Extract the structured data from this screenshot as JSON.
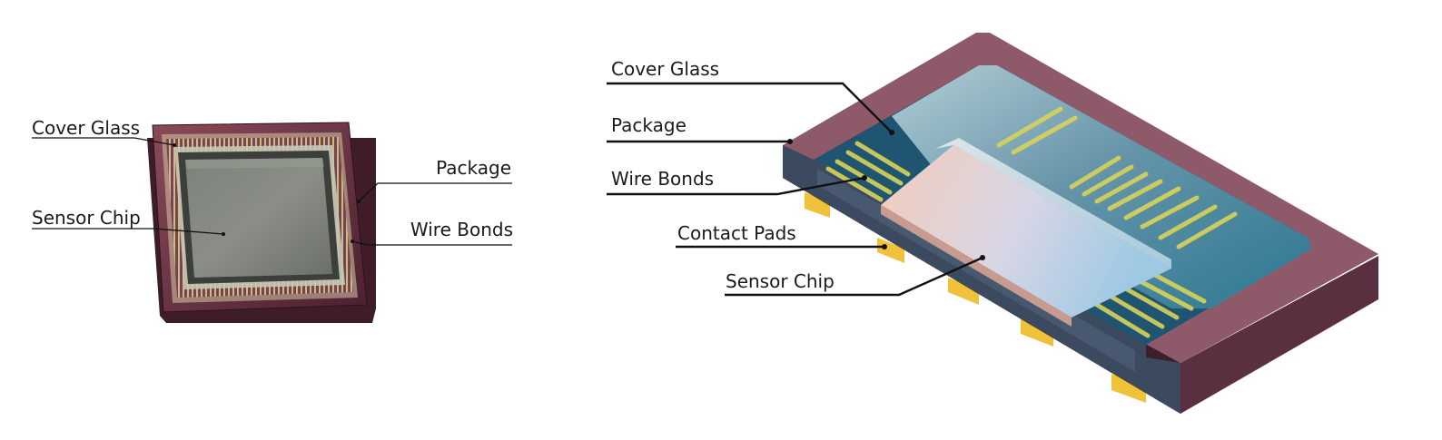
{
  "left_figure": {
    "labels": {
      "cover_glass": "Cover Glass",
      "package": "Package",
      "sensor_chip": "Sensor Chip",
      "wire_bonds": "Wire Bonds"
    }
  },
  "right_figure": {
    "labels": {
      "cover_glass": "Cover Glass",
      "package": "Package",
      "wire_bonds": "Wire Bonds",
      "contact_pads": "Contact Pads",
      "sensor_chip": "Sensor Chip"
    }
  },
  "colors": {
    "package": "#8e5a6a",
    "package_dark": "#4a2a36",
    "cover_glass": "#5fa3b4",
    "sensor_chip": "#e8c9c4",
    "wire_bonds": "#e3c84f",
    "contact_pads": "#f0c23a"
  }
}
